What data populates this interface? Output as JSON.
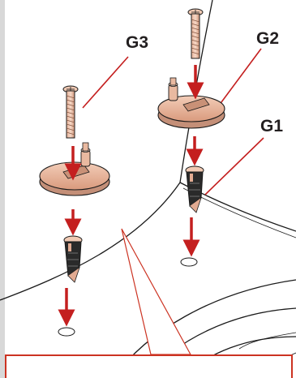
{
  "callouts": {
    "g3": "G3",
    "g2": "G2",
    "g1": "G1"
  },
  "colors": {
    "arrow": "#c41f1f",
    "callout_line": "#c41f1f",
    "part_fill": "#e8b9a1",
    "part_shadow": "#c48f78",
    "screw_fill": "#f0c9b3",
    "fixing_dark": "#2a2a2a",
    "zoom_border": "#cc3322",
    "outline": "#1a1a1a"
  },
  "icons": [
    "screw-icon",
    "hinge-plate-icon",
    "expansion-anchor-icon",
    "drill-hole-icon"
  ]
}
